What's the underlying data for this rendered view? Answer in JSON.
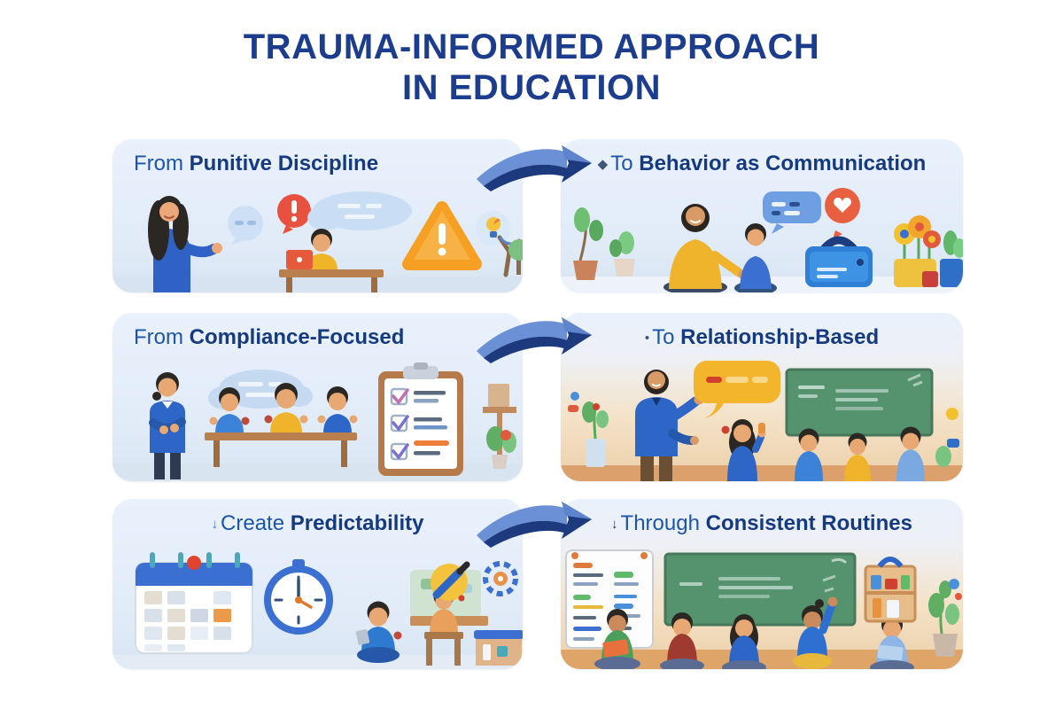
{
  "title": {
    "line1": "TRAUMA-INFORMED APPROACH",
    "line2": "IN EDUCATION"
  },
  "colors": {
    "title_blue": "#1c3d8e",
    "header_blue": "#1d55a8",
    "emphasis_navy": "#163a80",
    "panel_bg_blue": "#e7f0fb",
    "panel_bg_tan": "#f4e2c8",
    "arrow_light": "#6b90d6",
    "arrow_dark": "#1d3a7e",
    "warning_orange": "#f5a023",
    "alert_red": "#e8503f",
    "chalkboard_green": "#55936e",
    "floor_tan": "#dfa468"
  },
  "rows": [
    {
      "left": {
        "bullet": "",
        "prefix": "From",
        "emphasis": "Punitive Discipline",
        "icons": [
          "teacher",
          "speech-bubble",
          "alert-bubble",
          "thought-cloud",
          "student-at-laptop",
          "warning-triangle",
          "lightbulb-badge",
          "slingshot",
          "tree"
        ]
      },
      "right": {
        "bullet": "◆",
        "prefix": "To",
        "emphasis": "Behavior as Communication",
        "icons": [
          "potted-plants",
          "adult-with-child",
          "chat-bubble",
          "heart-bubble",
          "briefcase",
          "toy-flowers",
          "toy-bin"
        ]
      }
    },
    {
      "left": {
        "bullet": "",
        "prefix": "From",
        "emphasis": "Compliance-Focused",
        "icons": [
          "teacher",
          "thought-cloud",
          "three-students-at-desk",
          "checklist-clipboard",
          "shelf-plant"
        ]
      },
      "right": {
        "bullet": "•",
        "prefix": "To",
        "emphasis": "Relationship-Based",
        "icons": [
          "plant-jar",
          "teacher",
          "speech-bubble-yellow",
          "chalkboard",
          "four-students-sitting"
        ]
      }
    },
    {
      "left": {
        "bullet": "↓",
        "prefix": "Create",
        "emphasis": "Predictability",
        "icons": [
          "calendar",
          "stopwatch-clock",
          "child-sitting",
          "child-on-chair",
          "paintbrush-badge",
          "gear-badge"
        ]
      },
      "right": {
        "bullet": "↓",
        "prefix": "Through",
        "emphasis": "Consistent Routines",
        "icons": [
          "schedule-board",
          "chalkboard",
          "five-children-sitting",
          "supply-shelf",
          "potted-plant"
        ]
      }
    }
  ]
}
